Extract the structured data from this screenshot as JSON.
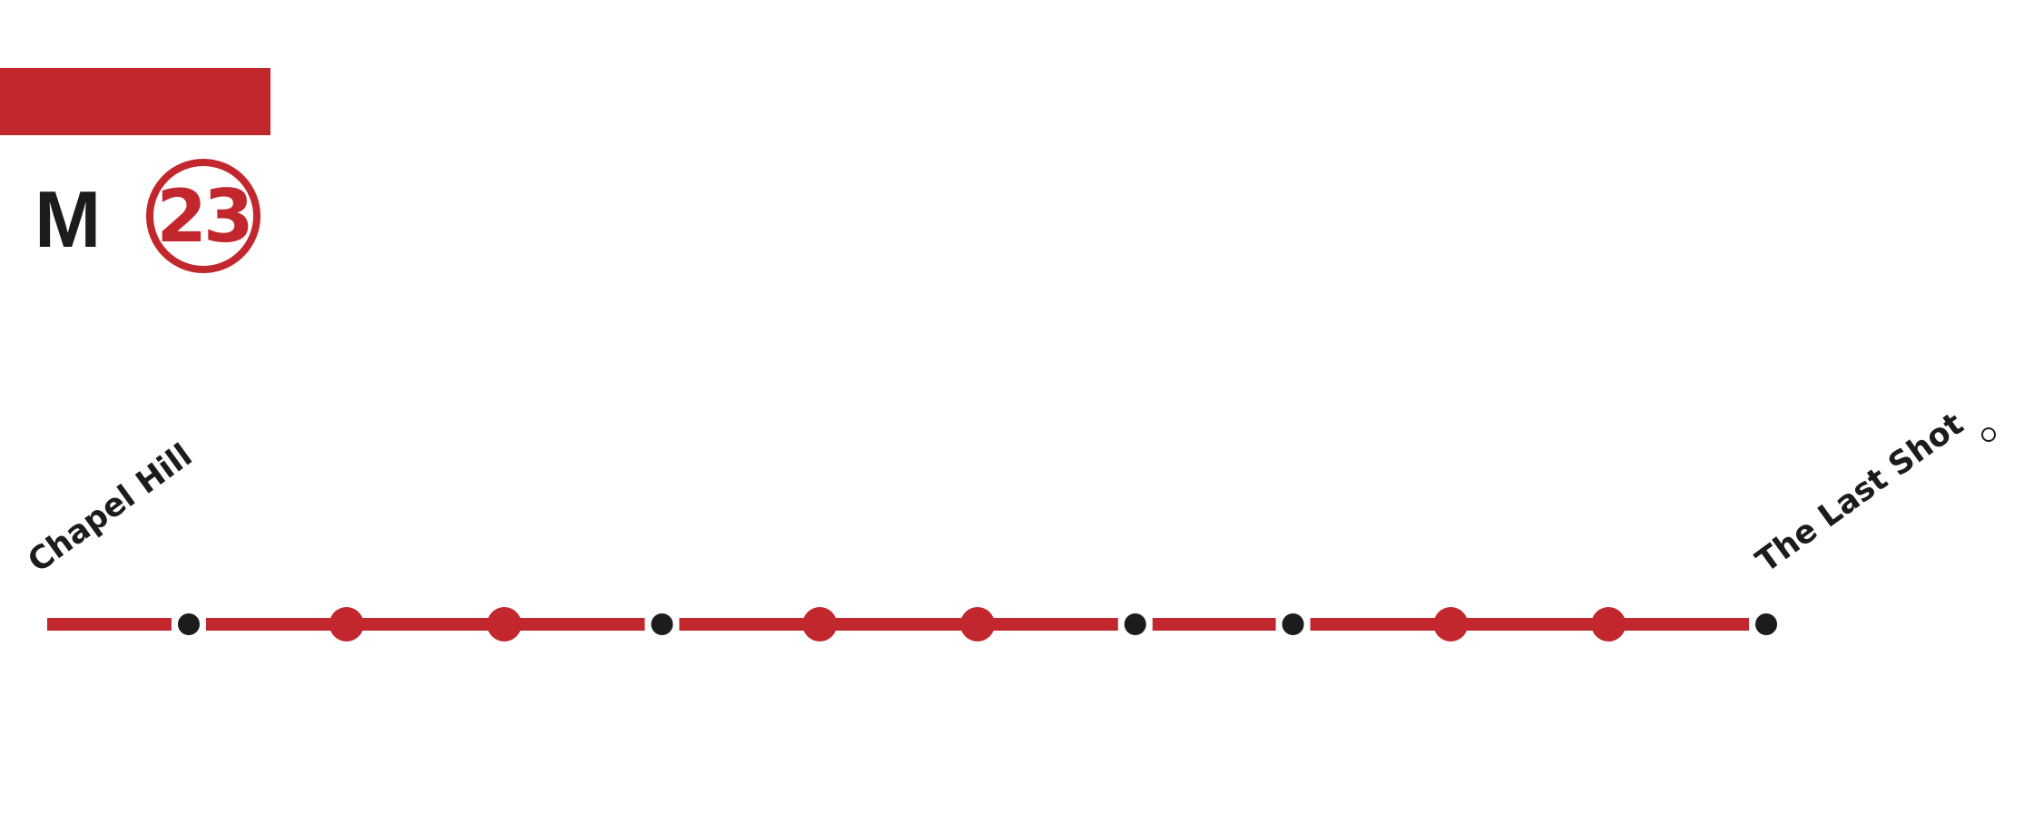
{
  "header": {
    "mode_letter": "M",
    "line_number": "23"
  },
  "colors": {
    "line": "#C1272D",
    "interchange": "#1c1c1c",
    "background": "#ffffff",
    "text": "#1c1c1c"
  },
  "stations": [
    {
      "name": "Chapel Hill",
      "type": "terminus-label"
    },
    {
      "name": "",
      "type": "interchange"
    },
    {
      "name": "",
      "type": "regular"
    },
    {
      "name": "",
      "type": "regular"
    },
    {
      "name": "",
      "type": "interchange"
    },
    {
      "name": "",
      "type": "regular"
    },
    {
      "name": "",
      "type": "regular"
    },
    {
      "name": "",
      "type": "interchange"
    },
    {
      "name": "",
      "type": "interchange"
    },
    {
      "name": "",
      "type": "regular"
    },
    {
      "name": "",
      "type": "regular"
    },
    {
      "name": "The Last Shot",
      "type": "terminus"
    }
  ]
}
